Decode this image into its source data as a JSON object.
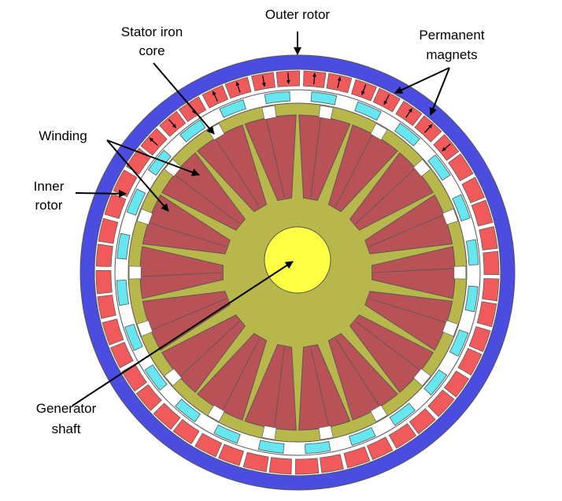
{
  "labels": {
    "outer_rotor": "Outer rotor",
    "stator_core_line1": "Stator iron",
    "stator_core_line2": "core",
    "permanent_magnets_line1": "Permanent",
    "permanent_magnets_line2": "magnets",
    "winding": "Winding",
    "inner_rotor_line1": "Inner",
    "inner_rotor_line2": "rotor",
    "shaft_line1": "Generator",
    "shaft_line2": "shaft"
  },
  "colors": {
    "outer_rotor_ring": "#4b4ce0",
    "magnet": "#f05a5a",
    "inner_rotor_iron": "#66e6ee",
    "stator_core": "#b8b74b",
    "winding_coil": "#b85256",
    "shaft": "#ffff44",
    "air_gap": "#ffffff",
    "outline": "#555555"
  },
  "machine": {
    "stator_slots": 18,
    "outer_magnets": 48,
    "inner_rotor_segments": 24
  }
}
